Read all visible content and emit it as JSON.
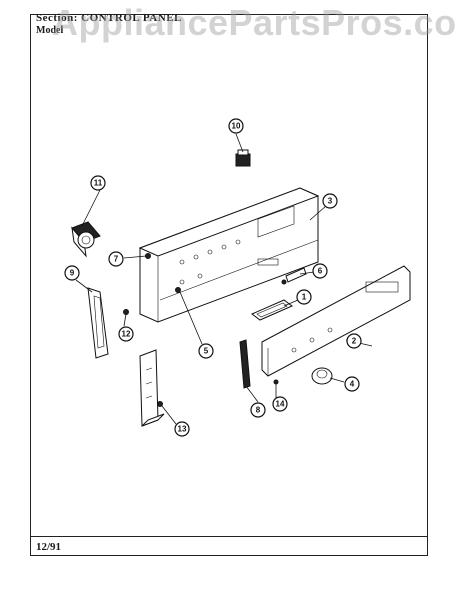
{
  "header": {
    "section_label": "Section:",
    "section_name": "CONTROL PANEL",
    "model_label": "Model"
  },
  "watermark": "AppliancePartsPros.com",
  "footer": {
    "date": "12/91"
  },
  "callouts": [
    "1",
    "2",
    "3",
    "4",
    "5",
    "6",
    "7",
    "8",
    "9",
    "10",
    "11",
    "12",
    "13",
    "14"
  ]
}
